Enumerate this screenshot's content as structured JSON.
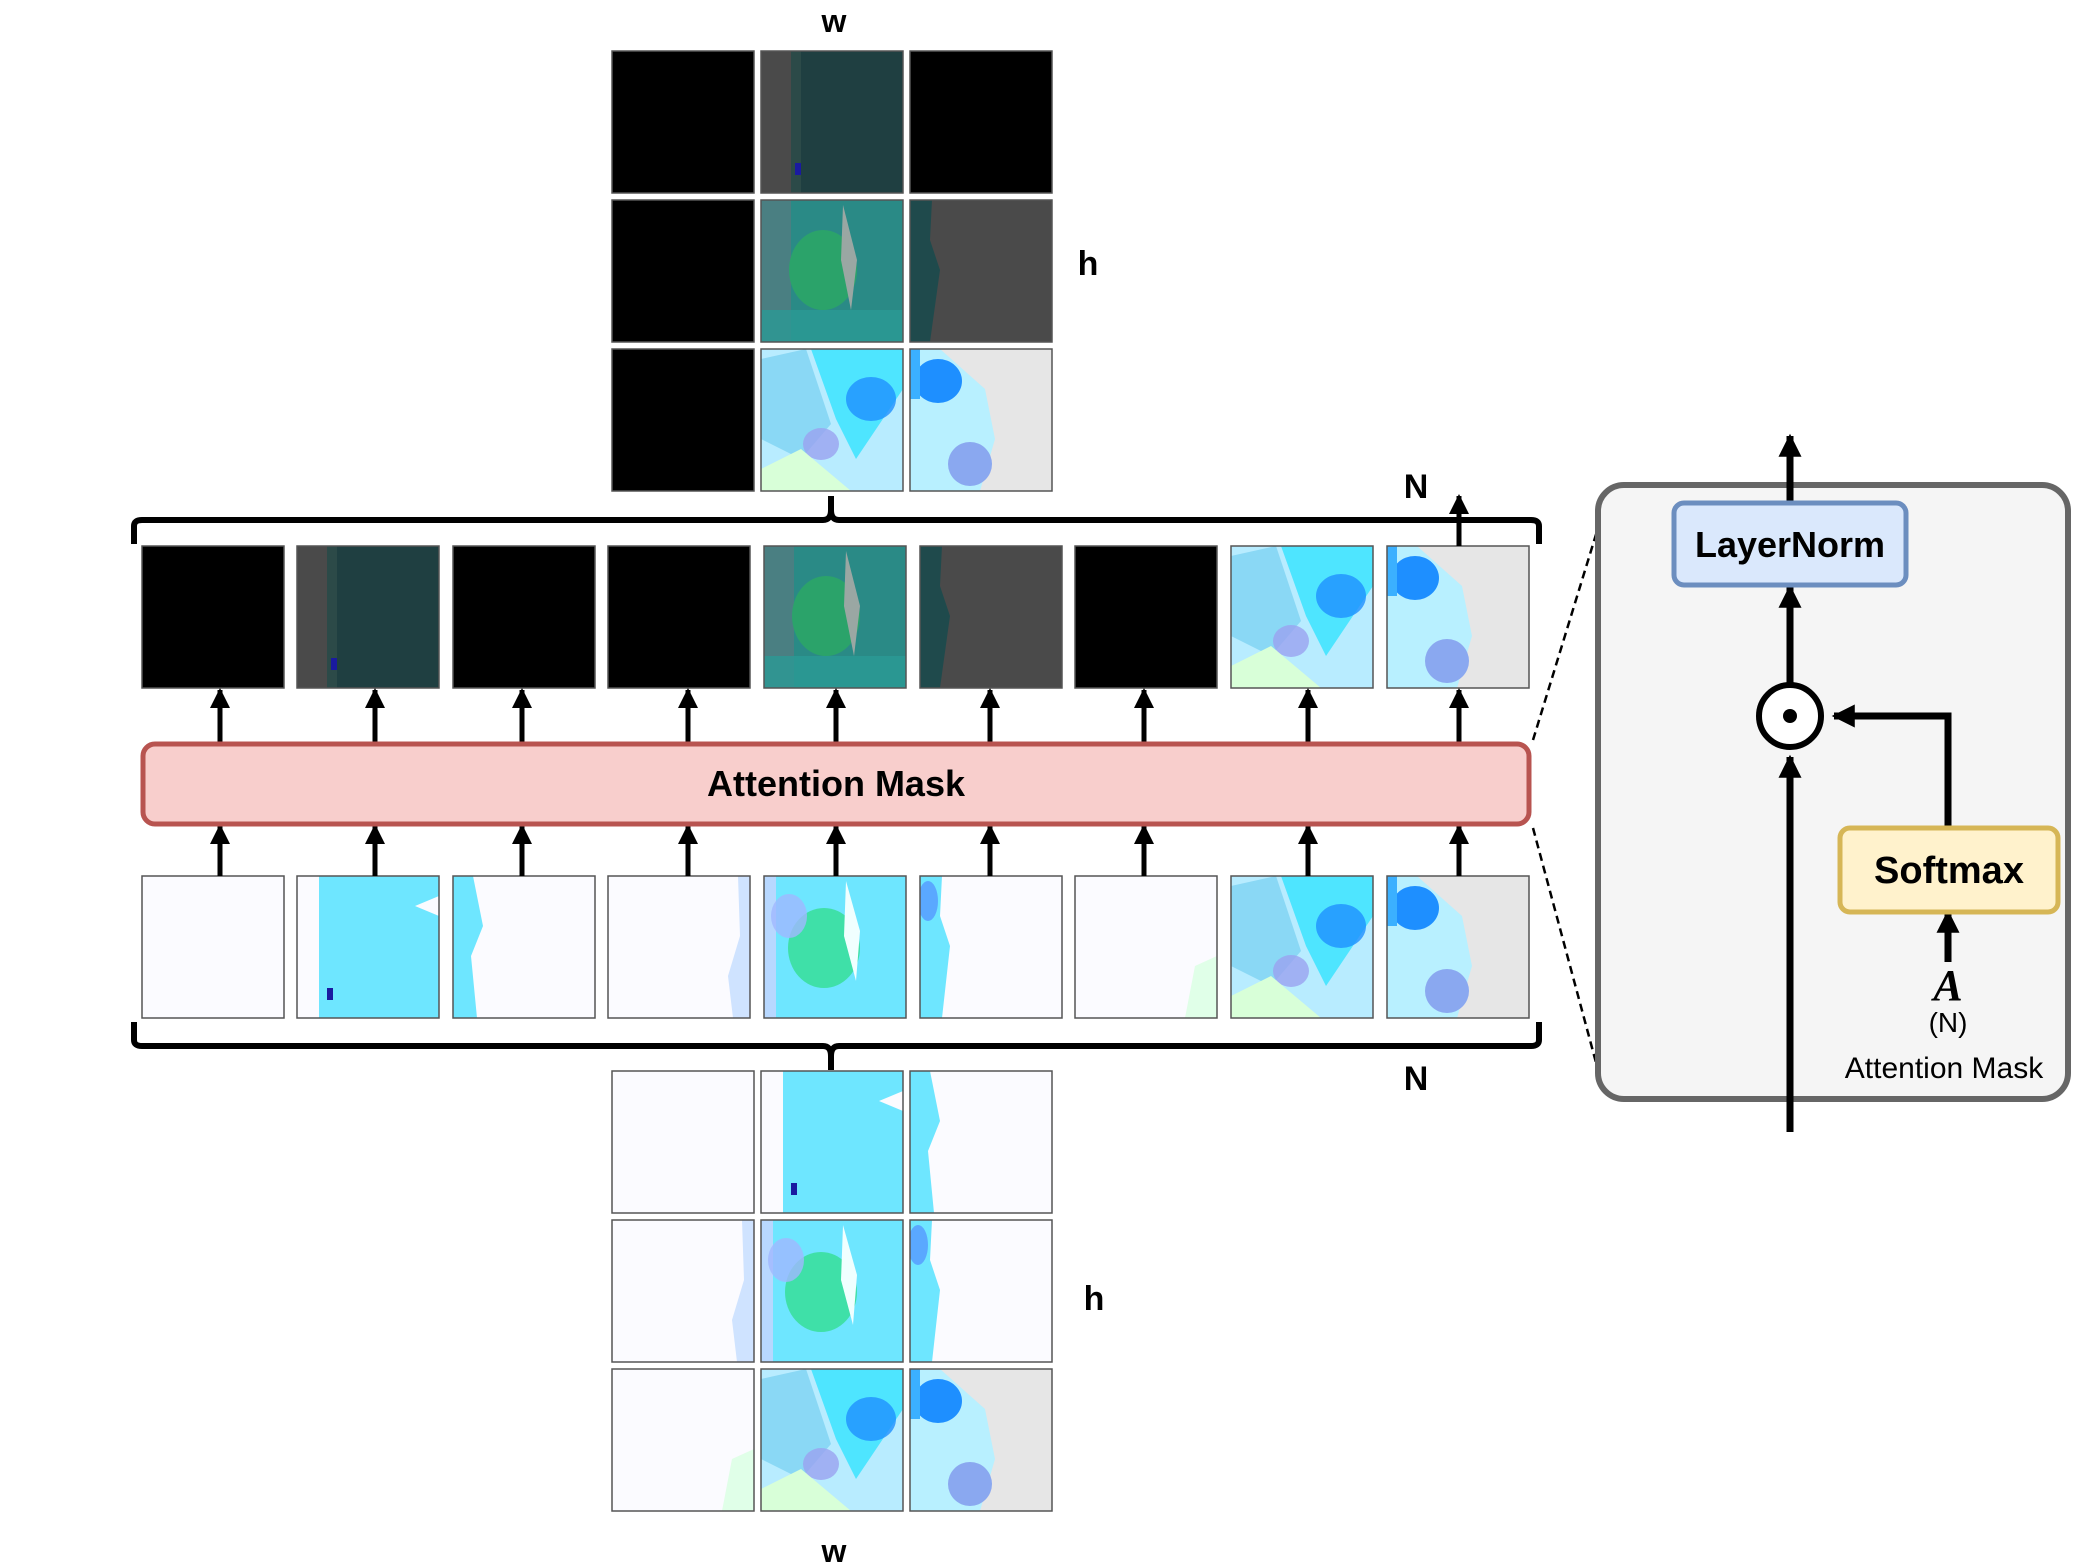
{
  "labels": {
    "top_w": "w",
    "top_h": "h",
    "n_upper": "N",
    "n_lower": "N",
    "bottom_h": "h",
    "bottom_w": "w",
    "attention_mask_bar": "Attention Mask"
  },
  "detail_panel": {
    "layernorm": "LayerNorm",
    "softmax": "Softmax",
    "symbol_a": "A",
    "symbol_n": "(N)",
    "caption": "Attention Mask",
    "operator_icon": "elementwise-product-icon"
  },
  "colors": {
    "mask_bar_fill": "#f8cecc",
    "mask_bar_stroke": "#b85450",
    "layernorm_fill": "#dae8fc",
    "layernorm_stroke": "#6c8ebf",
    "softmax_fill": "#fff2cc",
    "softmax_stroke": "#d6b656",
    "panel_fill": "#f5f5f5",
    "panel_stroke": "#666666"
  },
  "patches": {
    "masked_grid": [
      [
        "black",
        "dark-teal-dot",
        "black"
      ],
      [
        "black",
        "teal-green",
        "dark-gray"
      ],
      [
        "black",
        "light-cyan",
        "light-gray-blue"
      ]
    ],
    "input_grid": [
      [
        "white",
        "cyan-dot",
        "cyan-edge"
      ],
      [
        "white-blue-edge",
        "cyan-green",
        "cyan-left"
      ],
      [
        "white-faint",
        "light-cyan",
        "light-gray-blue"
      ]
    ]
  }
}
